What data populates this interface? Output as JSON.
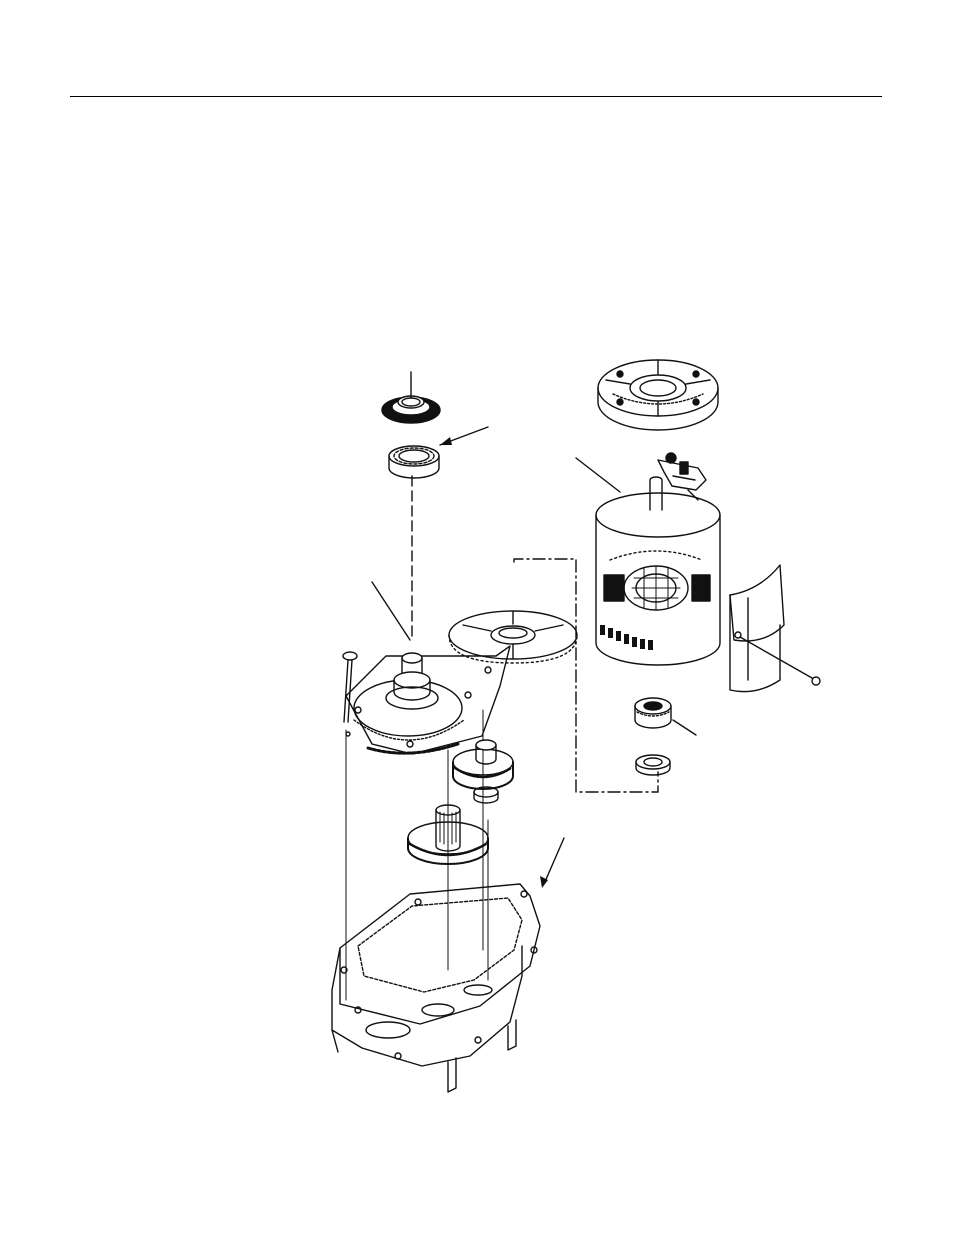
{
  "page": {
    "background": "#ffffff",
    "ink": "#111111"
  },
  "figure": {
    "parts": [
      "oil-seal",
      "ball-bearing",
      "end-cover",
      "brush-holder",
      "motor-housing",
      "armature-bearing",
      "bearing-race",
      "side-shield",
      "screw",
      "drive-shaft",
      "gear-cover",
      "gasket",
      "intermediate-gear",
      "output-gear",
      "gear-housing",
      "bolt"
    ]
  }
}
